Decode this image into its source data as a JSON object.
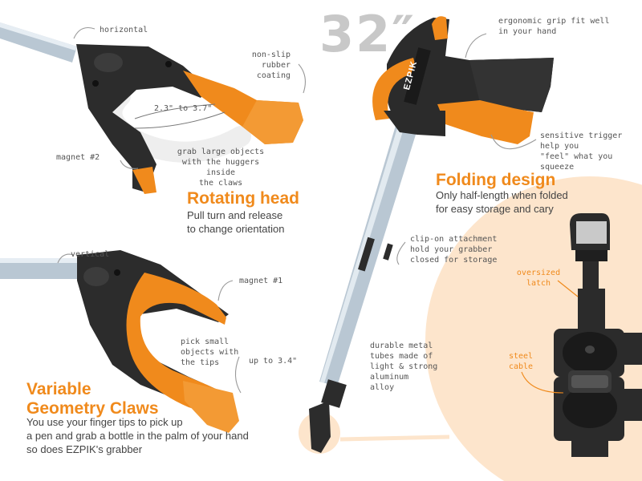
{
  "colors": {
    "accent": "#f08a1c",
    "peach": "#fde5cc",
    "grip": "#2b2b2b",
    "metal": "#b8c6d2"
  },
  "length_label": "32″",
  "brand_label": "EZPIK",
  "rotating_head": {
    "heading": "Rotating head",
    "description": "Pull turn and release\nto change orientation",
    "notes": {
      "horizontal": "horizontal",
      "coating": "non-slip\nrubber coating",
      "opening": "2.3\" to 3.7\"",
      "magnet": "magnet #2",
      "grab": "grab large objects\nwith the huggers inside\nthe claws"
    }
  },
  "claws": {
    "heading": "Variable\nGeometry Claws",
    "description": "You use your finger tips to pick up\na pen and grab a bottle in the palm of your hand\nso does EZPIK's grabber",
    "notes": {
      "vertical": "vertical",
      "magnet": "magnet #1",
      "pick": "pick small\nobjects with\nthe tips",
      "opening": "up to 3.4\""
    }
  },
  "grip": {
    "ergonomic": "ergonomic grip fit well\nin your hand",
    "trigger": "sensitive trigger help you\n\"feel\" what you squeeze"
  },
  "folding": {
    "heading": "Folding design",
    "description": "Only half-length when folded\nfor easy storage and cary",
    "clip": "clip-on attachment\nhold your grabber\nclosed for storage",
    "tubes": "durable metal\ntubes made of\nlight & strong\naluminum\nalloy",
    "latch": "oversized\nlatch",
    "cable": "steel\ncable"
  }
}
